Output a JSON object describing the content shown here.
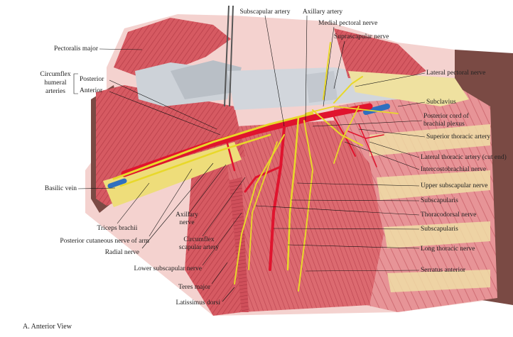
{
  "caption": "A. Anterior View",
  "labels": {
    "subscapular_artery": "Subscapular artery",
    "axillary_artery": "Axillary artery",
    "medial_pectoral_nerve": "Medial pectoral nerve",
    "suprascapular_nerve": "Suprascapular nerve",
    "pectoralis_major": "Pectoralis major",
    "lateral_pectoral_nerve": "Lateral pectoral nerve",
    "circumflex_humeral": "Circumflex humeral arteries",
    "circumflex_humeral_l1": "Circumflex",
    "circumflex_humeral_l2": "humeral",
    "circumflex_humeral_l3": "arteries",
    "posterior": "Posterior",
    "anterior": "Anterior",
    "subclavius": "Subclavius",
    "posterior_cord_l1": "Posterior cord of",
    "posterior_cord_l2": "brachial plexus",
    "superior_thoracic_artery": "Superior thoracic artery",
    "lateral_thoracic_artery": "Lateral thoracic artery (cut end)",
    "intercostobrachial_nerve": "Intercostobrachial nerve",
    "basilic_vein": "Basilic vein",
    "upper_subscapular_nerve": "Upper subscapular nerve",
    "subscapularis_1": "Subscapularis",
    "thoracodorsal_nerve": "Thoracodorsal nerve",
    "subscapularis_2": "Subscapularis",
    "triceps_brachii": "Triceps brachii",
    "axillary_nerve_l1": "Axillary",
    "axillary_nerve_l2": "nerve",
    "posterior_cutaneous": "Posterior cutaneous nerve of arm",
    "circumflex_scapular_l1": "Circumflex",
    "circumflex_scapular_l2": "scapular artery",
    "radial_nerve": "Radial nerve",
    "long_thoracic_nerve": "Long thoracic nerve",
    "lower_subscapular_nerve": "Lower subscapular nerve",
    "serratus_anterior": "Serratus anterior",
    "teres_major": "Teres major",
    "latissimus_dorsi": "Latissimus dorsi"
  },
  "colors": {
    "muscle": "#d4565f",
    "muscle_dark": "#a8303b",
    "artery": "#e0142e",
    "nerve": "#e8d82a",
    "vein": "#3a7fc8",
    "tendon": "#cfd3d8",
    "skin": "#7a4a44",
    "fat": "#f0e4a8"
  }
}
